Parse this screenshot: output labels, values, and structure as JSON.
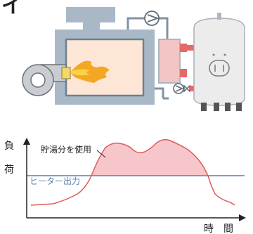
{
  "header_fragment": "イ",
  "graph": {
    "y_axis_label_top": "負",
    "y_axis_label_bottom": "荷",
    "x_axis_label": "時　間",
    "annotation": "貯湯分を使用",
    "line_label": "ヒーター出力"
  },
  "colors": {
    "tank_body": "#a8b8c6",
    "inner_box": "#fde6d6",
    "pipe": "#7f93a3",
    "flame": "#f5a623",
    "blower": "#c9cdd1",
    "exchanger": "#f2c4c4",
    "nozzle": "#e26a6a",
    "vessel": "#ececec",
    "load_line": "#e05a5a",
    "load_fill": "#f7c6ca",
    "heater_line": "#5b7ea8"
  }
}
